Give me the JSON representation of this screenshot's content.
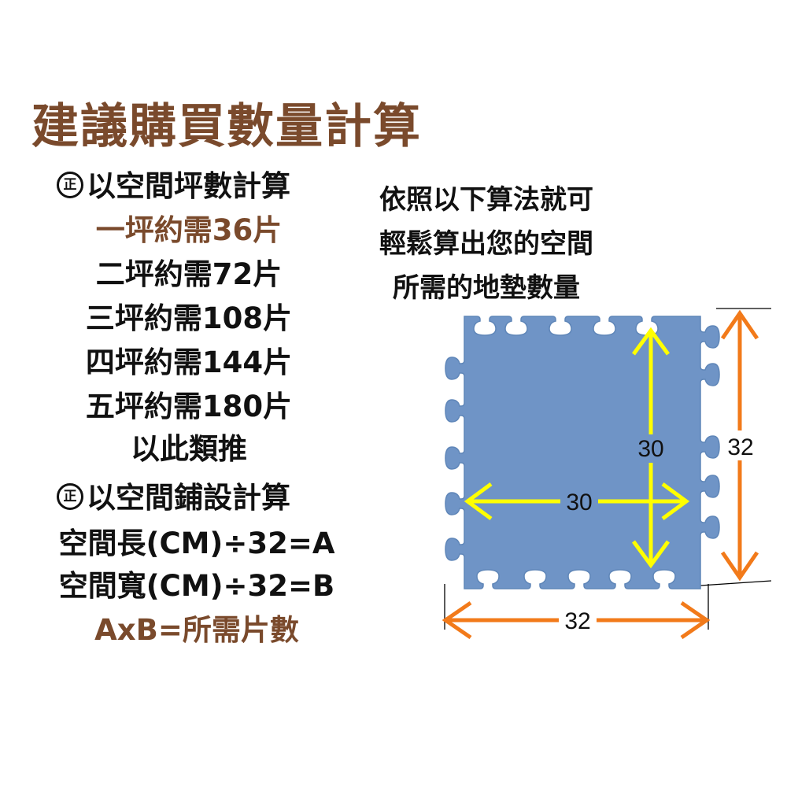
{
  "title": "建議購買數量計算",
  "method1": {
    "marker": "正",
    "heading": "以空間坪數計算",
    "lines": [
      "一坪約需36片",
      "二坪約需72片",
      "三坪約需108片",
      "四坪約需144片",
      "五坪約需180片",
      "以此類推"
    ]
  },
  "method2": {
    "marker": "正",
    "heading": "以空間鋪設計算",
    "lines": [
      "空間長(CM)÷32=A",
      "空間寬(CM)÷32=B",
      "AxB=所需片數"
    ]
  },
  "note": [
    "依照以下算法就可",
    "輕鬆算出您的空間",
    "所需的地墊數量"
  ],
  "figure": {
    "inner_vertical": "30",
    "inner_horizontal": "30",
    "outer_vertical": "32",
    "outer_horizontal": "32",
    "colors": {
      "mat": "#6f94c6",
      "inner_arrow": "#ffff00",
      "outer_arrow": "#f27a1a",
      "accent_text": "#7a4a2c"
    }
  }
}
